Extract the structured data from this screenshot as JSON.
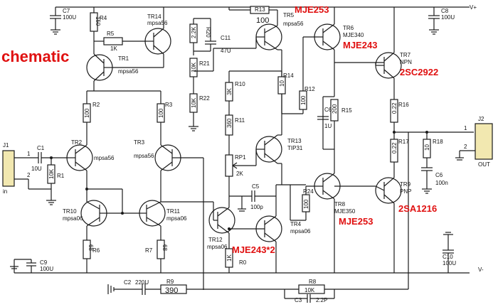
{
  "title": "chematic",
  "annotations": {
    "tr5": "MJE253",
    "tr6": "MJE243",
    "tr7": "2SC2922",
    "tr9": "2SA1216",
    "tr8": "MJE253",
    "tr12": "MJE243*2"
  },
  "rails": {
    "vplus": "V+",
    "vminus": "V-"
  },
  "connectors": {
    "j1": {
      "ref": "J1",
      "pin1": "1",
      "pin2": "2",
      "label": "in"
    },
    "j2": {
      "ref": "J2",
      "pin1": "1",
      "pin2": "2",
      "label": "OUT"
    }
  },
  "capacitors": {
    "c1": {
      "ref": "C1",
      "value": "10U"
    },
    "c2": {
      "ref": "C2",
      "value": "220U"
    },
    "c3": {
      "ref": "C3",
      "value": "2.2P"
    },
    "c5": {
      "ref": "C5",
      "value": "100p"
    },
    "c6a": {
      "ref": "C6",
      "value": "1U"
    },
    "c6b": {
      "ref": "C6",
      "value": "100n"
    },
    "c7": {
      "ref": "C7",
      "value": "100U"
    },
    "c8": {
      "ref": "C8",
      "value": "100U"
    },
    "c9": {
      "ref": "C9",
      "value": "100U"
    },
    "c10": {
      "ref": "C10",
      "value": "100U"
    },
    "c11": {
      "ref": "C11",
      "value": "47U"
    }
  },
  "resistors": {
    "r1": {
      "ref": "R1",
      "value": "10K"
    },
    "r2": {
      "ref": "R2",
      "value": "100"
    },
    "r3": {
      "ref": "R3",
      "value": "100"
    },
    "r4": {
      "ref": "R4",
      "value": "150"
    },
    "r5": {
      "ref": "R5",
      "value": "1K"
    },
    "r6": {
      "ref": "R6",
      "value": "68"
    },
    "r7": {
      "ref": "R7",
      "value": "68"
    },
    "r8": {
      "ref": "R8",
      "value": "10K"
    },
    "r9": {
      "ref": "R9",
      "value": "390"
    },
    "r10": {
      "ref": "R10",
      "value": "3K"
    },
    "r11": {
      "ref": "R11",
      "value": "360"
    },
    "r12": {
      "ref": "R12",
      "value": "100"
    },
    "r13": {
      "ref": "R13",
      "value": "100"
    },
    "r14": {
      "ref": "R14",
      "value": "10"
    },
    "r15": {
      "ref": "R15",
      "value": "200"
    },
    "r16": {
      "ref": "R16",
      "value": "0.22"
    },
    "r17": {
      "ref": "R17",
      "value": "0.22"
    },
    "r18": {
      "ref": "R18",
      "value": "10"
    },
    "r20": {
      "ref": "R20",
      "value": "2.2K"
    },
    "r21": {
      "ref": "R21",
      "value": "10K"
    },
    "r22": {
      "ref": "R22",
      "value": "10K"
    },
    "r24": {
      "ref": "R24",
      "value": "100"
    },
    "r0": {
      "ref": "R0",
      "value": "1K"
    },
    "rp1": {
      "ref": "RP1",
      "value": "2K"
    }
  },
  "transistors": {
    "tr1": {
      "ref": "TR1",
      "type": "mpsa56"
    },
    "tr2": {
      "ref": "TR2",
      "type": "mpsa56"
    },
    "tr3": {
      "ref": "TR3",
      "type": "mpsa56"
    },
    "tr4": {
      "ref": "TR4",
      "type": "mpsa06"
    },
    "tr5": {
      "ref": "TR5",
      "type": "mpsa56"
    },
    "tr6": {
      "ref": "TR6",
      "type": "MJE340"
    },
    "tr7": {
      "ref": "TR7",
      "type": "NPN"
    },
    "tr8": {
      "ref": "TR8",
      "type": "MJE350"
    },
    "tr9": {
      "ref": "TR9",
      "type": "PNP"
    },
    "tr10": {
      "ref": "TR10",
      "type": "mpsa06"
    },
    "tr11": {
      "ref": "TR11",
      "type": "mpsa06"
    },
    "tr12": {
      "ref": "TR12",
      "type": "mpsa06"
    },
    "tr13": {
      "ref": "TR13",
      "type": "TIP31"
    },
    "tr14": {
      "ref": "TR14",
      "type": "mpsa56"
    }
  }
}
